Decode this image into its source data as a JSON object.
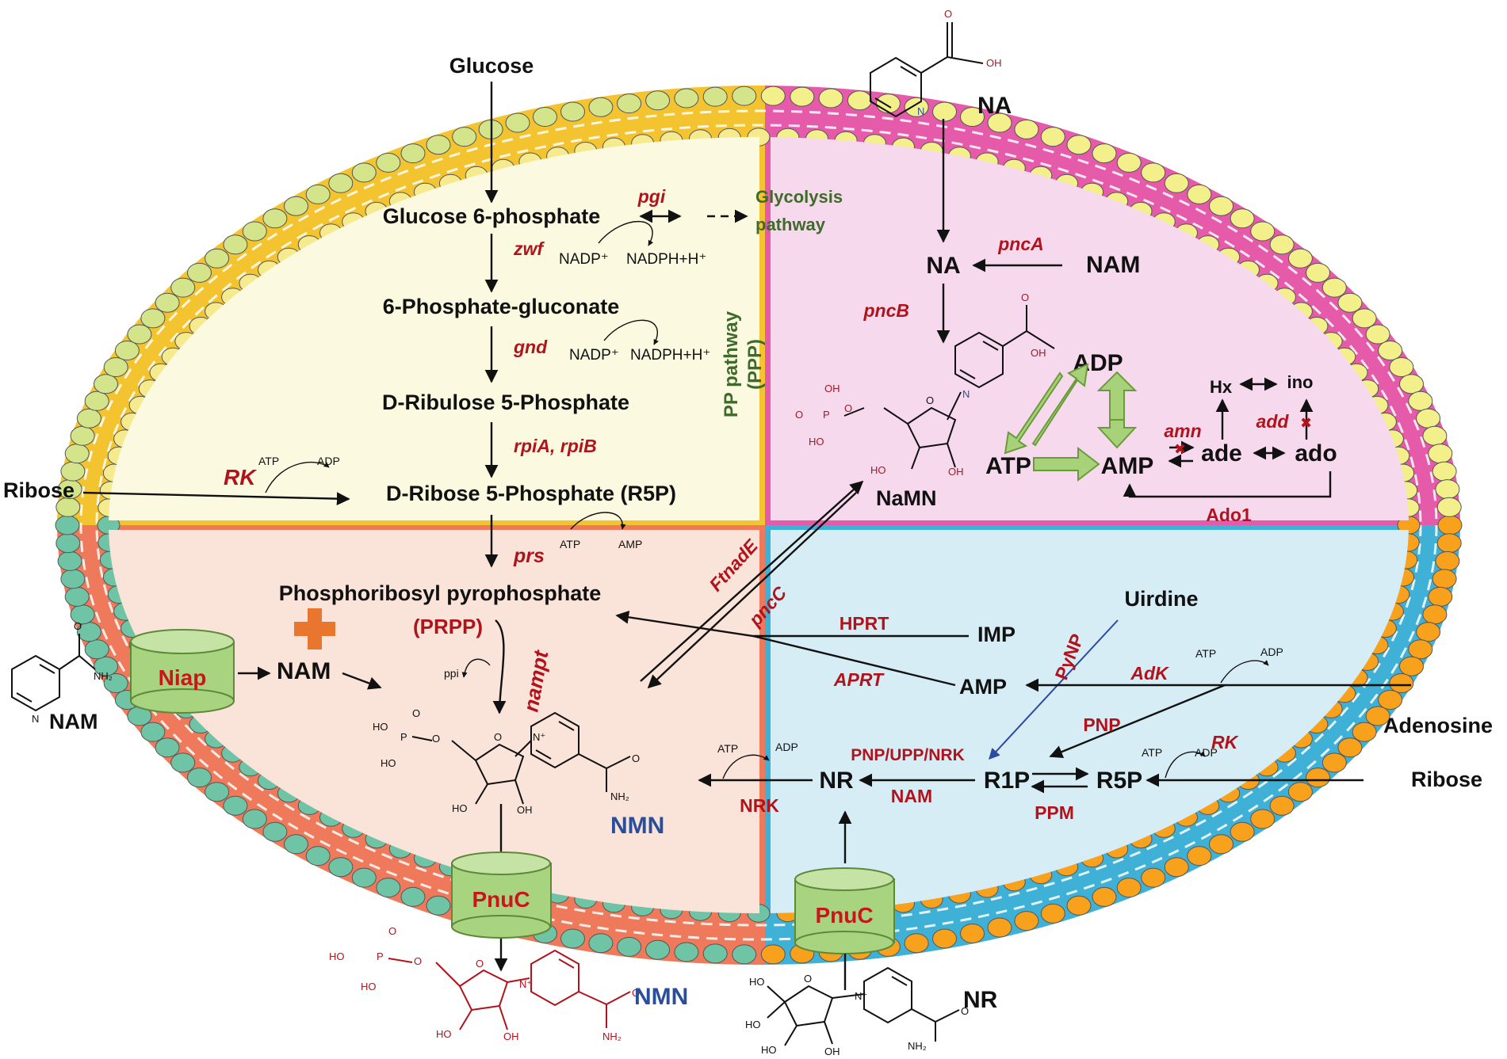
{
  "quadrant_colors": {
    "top_left": "#fbf9df",
    "top_right": "#f7d9ee",
    "bottom_left": "#fae3d8",
    "bottom_right": "#d6edf6",
    "membrane_top_left": "#f3c42f",
    "membrane_top_right": "#e55aa9",
    "membrane_bottom_left": "#ef7a5b",
    "membrane_bottom_right": "#3fb1d6",
    "enzyme_red": "#b1131c",
    "nmn_blue": "#2a4f9a"
  },
  "ppp": {
    "glucose": "Glucose",
    "g6p": "Glucose 6-phosphate",
    "pgi": "pgi",
    "glycolysis": [
      "Glycolysis",
      "pathway"
    ],
    "zwf": "zwf",
    "nadp1": "NADP⁺",
    "nadph1": "NADPH+H⁺",
    "pg6": "6-Phosphate-gluconate",
    "gnd": "gnd",
    "nadp2": "NADP⁺",
    "nadph2": "NADPH+H⁺",
    "ru5p": "D-Ribulose 5-Phosphate",
    "rpi": "rpiA, rpiB",
    "ribose": "Ribose",
    "rk": "RK",
    "atp": "ATP",
    "adp": "ADP",
    "r5p": "D-Ribose 5-Phosphate (R5P)",
    "ppp_label": [
      "PP pathway",
      "(PPP)"
    ]
  },
  "na_pathway": {
    "na_ext": "NA",
    "na": "NA",
    "nam": "NAM",
    "pncA": "pncA",
    "pncB": "pncB",
    "namn": "NaMN",
    "adp": "ADP",
    "atp": "ATP",
    "amp": "AMP",
    "hx": "Hx",
    "ino": "ino",
    "amn": "amn",
    "add": "add",
    "ade": "ade",
    "ado": "ado",
    "ado1": "Ado1"
  },
  "salvage": {
    "prs": "prs",
    "atp": "ATP",
    "amp": "AMP",
    "prpp_name": "Phosphoribosyl pyrophosphate",
    "prpp": "(PRPP)",
    "nampt": "nampt",
    "ppi": "ppi",
    "niap": "Niap",
    "nam_ext": "NAM",
    "nam": "NAM",
    "nmn": "NMN",
    "ftnadE": "FtnadE",
    "pncC": "pncC",
    "pnuc_left": "PnuC",
    "nmn_out": "NMN"
  },
  "nr_pathway": {
    "uridine": "Uirdine",
    "hprt": "HPRT",
    "imp": "IMP",
    "aprt": "APRT",
    "amp": "AMP",
    "pynp": "PyNP",
    "adk": "AdK",
    "atp1": "ATP",
    "adp1": "ADP",
    "adenosine": "Adenosine",
    "pnp": "PNP",
    "pnp_upp_nrk": "PNP/UPP/NRK",
    "atp2": "ATP",
    "adp2": "ADP",
    "nr": "NR",
    "r1p": "R1P",
    "r5p": "R5P",
    "atp3": "ATP",
    "adp3": "ADP",
    "rk": "RK",
    "ribose": "Ribose",
    "nrk": "NRK",
    "nam": "NAM",
    "ppm": "PPM",
    "pnuc_right": "PnuC",
    "nr_ext": "NR"
  },
  "structure_atoms": {
    "oh": "OH",
    "o": "O",
    "ho": "HO",
    "p": "P",
    "n": "N",
    "nplus": "N⁺",
    "nh2": "NH₂"
  }
}
